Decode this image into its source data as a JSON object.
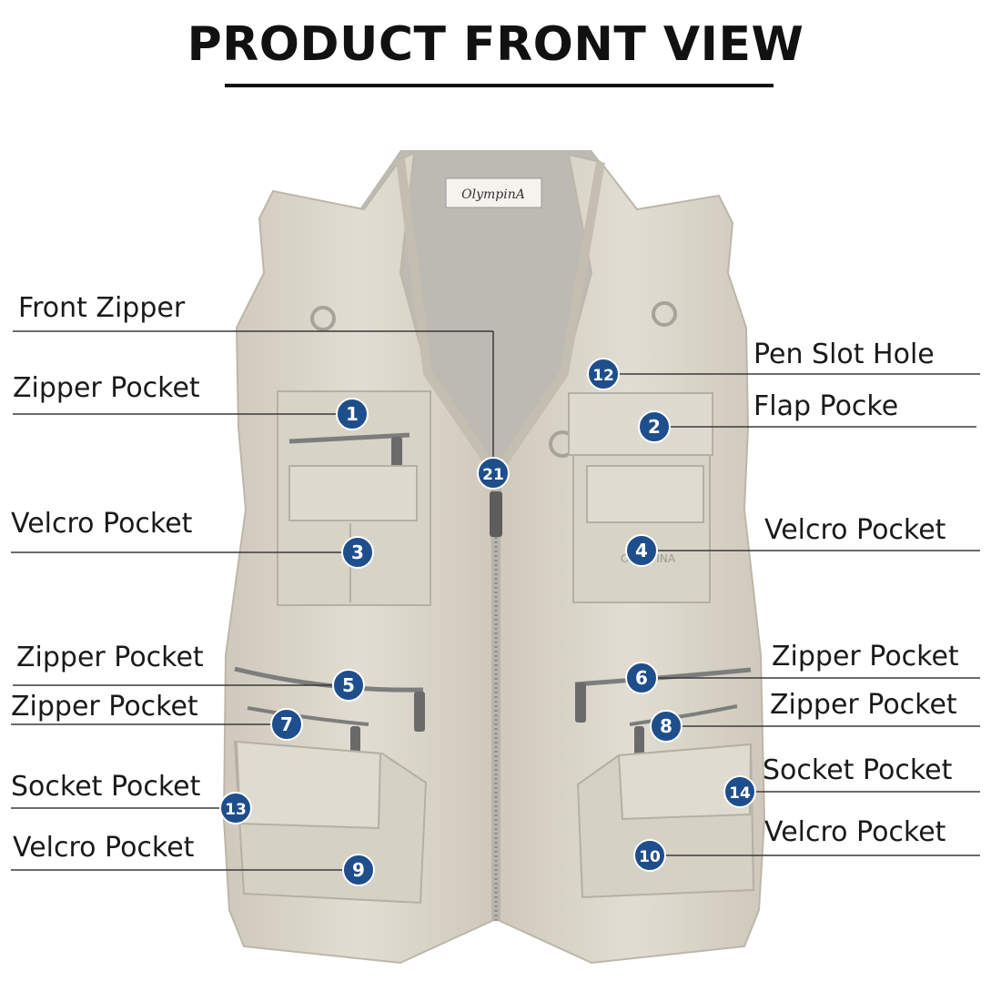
{
  "header": {
    "title": "PRODUCT FRONT VIEW"
  },
  "brand": {
    "label_text": "OlympinA",
    "chest_print": "OLYMPINA"
  },
  "colors": {
    "vest": "#dcd7cb",
    "vest_shadow": "#c9c3b5",
    "lining": "#bfbcb5",
    "callout_fill": "#1f4e8c",
    "leader_line": "#3a3a3a",
    "zipper": "#8a8a8a"
  },
  "labels": [
    {
      "id": "front-zipper",
      "text": "Front Zipper",
      "callout": "21",
      "side": "left"
    },
    {
      "id": "zipper-pocket-1",
      "text": "Zipper Pocket",
      "callout": "1",
      "side": "left"
    },
    {
      "id": "velcro-pocket-3",
      "text": "Velcro Pocket",
      "callout": "3",
      "side": "left"
    },
    {
      "id": "zipper-pocket-5",
      "text": "Zipper Pocket",
      "callout": "5",
      "side": "left"
    },
    {
      "id": "zipper-pocket-7",
      "text": "Zipper Pocket",
      "callout": "7",
      "side": "left"
    },
    {
      "id": "socket-pocket-13",
      "text": "Socket Pocket",
      "callout": "13",
      "side": "left"
    },
    {
      "id": "velcro-pocket-9",
      "text": "Velcro Pocket",
      "callout": "9",
      "side": "left"
    },
    {
      "id": "pen-slot-hole-12",
      "text": "Pen Slot Hole",
      "callout": "12",
      "side": "right"
    },
    {
      "id": "flap-pocket-2",
      "text": "Flap Pocke",
      "callout": "2",
      "side": "right"
    },
    {
      "id": "velcro-pocket-4",
      "text": "Velcro Pocket",
      "callout": "4",
      "side": "right"
    },
    {
      "id": "zipper-pocket-6",
      "text": "Zipper Pocket",
      "callout": "6",
      "side": "right"
    },
    {
      "id": "zipper-pocket-8",
      "text": "Zipper Pocket",
      "callout": "8",
      "side": "right"
    },
    {
      "id": "socket-pocket-14",
      "text": "Socket Pocket",
      "callout": "14",
      "side": "right"
    },
    {
      "id": "velcro-pocket-10",
      "text": "Velcro Pocket",
      "callout": "10",
      "side": "right"
    }
  ]
}
